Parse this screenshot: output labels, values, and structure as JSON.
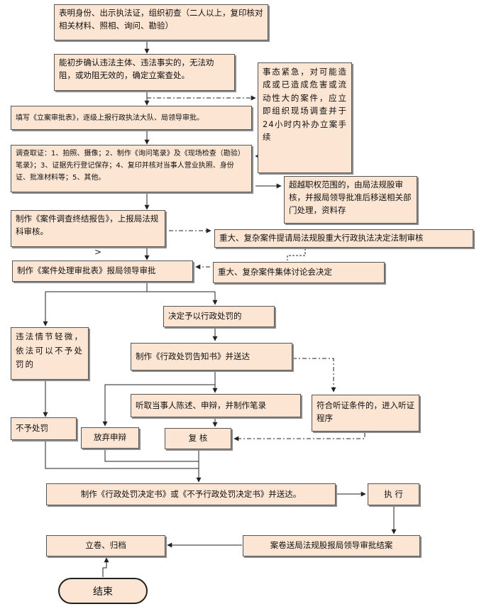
{
  "flow": {
    "step1": "表明身份、出示执法证，组织初查（二人以上，复印核对相关材料、照相、询问、勘验）",
    "step2": "能初步确认违法主体、违法事实的，无法劝阻，或劝阻无效的，确定立案查处。",
    "urgent": "事态紧急，对可能造成或已造成危害或流动性大的案件，应立即组织现场调查并于24小时内补办立案手续",
    "step3": "填写《立案审批表》，逐级上报行政执法大队、局领导审批。",
    "step4": "调查取证：1、拍照、摄像；2、制作《询问笔录》及《现场检查（勘验）笔录》；3、证据先行登记保存；4、复印并核对当事人营业执照、身份证、批准材料等；5、其他。",
    "transfer": "超越职权范围的，由局法规股审核，并报局领导批准后移送相关部门处理，资料存",
    "step5": "制作《案件调查终结报告》，上报局法规科审核。",
    "major_review": "重大、复杂案件提请局法规股重大行政执法决定法制审核",
    "step6": "制作《案件处理审批表》报局领导审批",
    "collective": "重大、复杂案件集体讨论会决定",
    "decide_penalty": "决定予以行政处罚的",
    "minor": "违法情节轻微，依法可以不予处罚的",
    "notice": "制作《行政处罚告知书》并送达",
    "statement": "听取当事人陈述、申辩，并制作笔录",
    "hearing": "符合听证条件的，进入听证程序",
    "no_penalty": "不予处罚",
    "waive": "放弃申辩",
    "recheck": "复 核",
    "decision_doc": "制作《行政处罚决定书》或《不予行政处罚决定书》并送达。",
    "execute": "执 行",
    "archive_review": "案卷送局法规股报局领导审批结案",
    "archive": "立卷、归档",
    "end": "结束"
  },
  "markers": {
    "gt": ">"
  },
  "colors": {
    "box_fill": "#fce5d3",
    "border": "#555555",
    "arrow": "#222222"
  }
}
